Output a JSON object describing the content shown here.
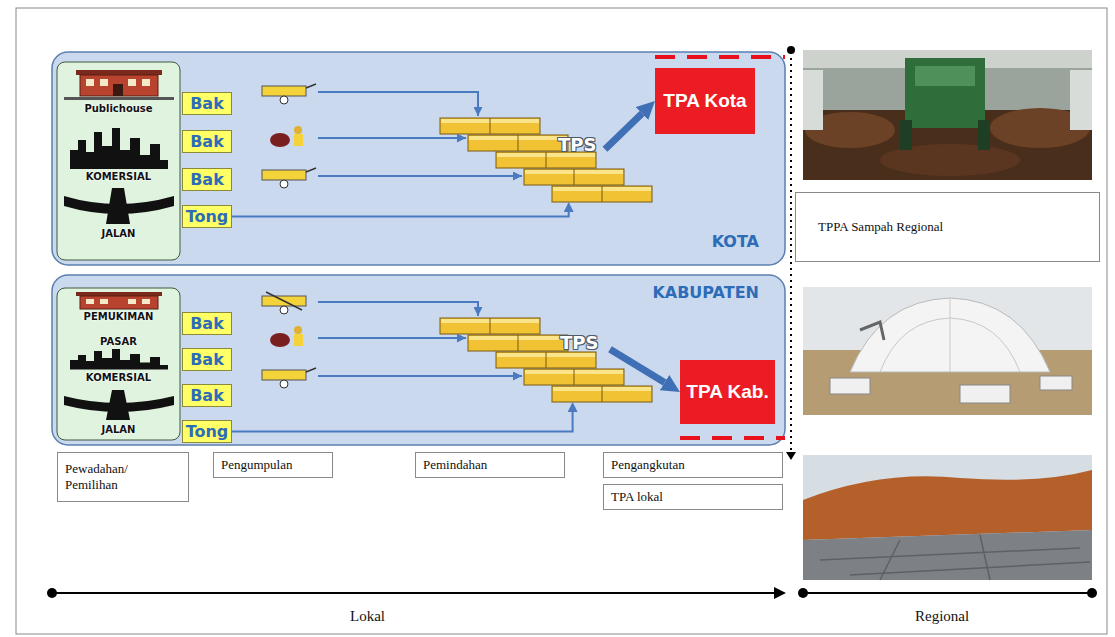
{
  "diagram": {
    "nodes": [
      {
        "text": [
          "KOTA"
        ]
      },
      {
        "text": [
          "Publichouse",
          "KOMERSIAL",
          "JALAN"
        ],
        "in": 0
      },
      {
        "text": [
          "Bak"
        ],
        "in": 0
      },
      {
        "text": [
          "Bak"
        ],
        "in": 0
      },
      {
        "text": [
          "Bak"
        ],
        "in": 0
      },
      {
        "text": [
          "Tong"
        ],
        "in": 0
      },
      {
        "text": [
          "TPS"
        ],
        "in": 0
      },
      {
        "text": [
          "TPA Kota"
        ],
        "in": 0
      },
      {
        "text": [
          "KABUPATEN"
        ]
      },
      {
        "text": [
          "PEMUKIMAN",
          "PASAR",
          "KOMERSIAL",
          "JALAN"
        ],
        "in": 8
      },
      {
        "text": [
          "Bak"
        ],
        "in": 8
      },
      {
        "text": [
          "Bak"
        ],
        "in": 8
      },
      {
        "text": [
          "Bak"
        ],
        "in": 8
      },
      {
        "text": [
          "Tong"
        ],
        "in": 8
      },
      {
        "text": [
          "TPS"
        ],
        "in": 8
      },
      {
        "text": [
          "TPA Kab."
        ],
        "in": 8
      },
      {
        "text": [
          "Pewadahan/ Pemilihan"
        ]
      },
      {
        "text": [
          "Pengumpulan"
        ]
      },
      {
        "text": [
          "Pemindahan"
        ]
      },
      {
        "text": [
          "Pengangkutan"
        ]
      },
      {
        "text": [
          "TPA lokal"
        ]
      },
      {
        "text": [
          "TPPA Sampah Regional"
        ]
      }
    ],
    "edges": [
      {
        "from": 5,
        "to": 6,
        "arrow": "to"
      },
      {
        "from": 6,
        "to": 7,
        "arrow": "to"
      },
      {
        "from": 13,
        "to": 14,
        "arrow": "to"
      },
      {
        "from": 14,
        "to": 15,
        "arrow": "to"
      }
    ],
    "labels": [
      "Lokal",
      "Regional"
    ]
  }
}
